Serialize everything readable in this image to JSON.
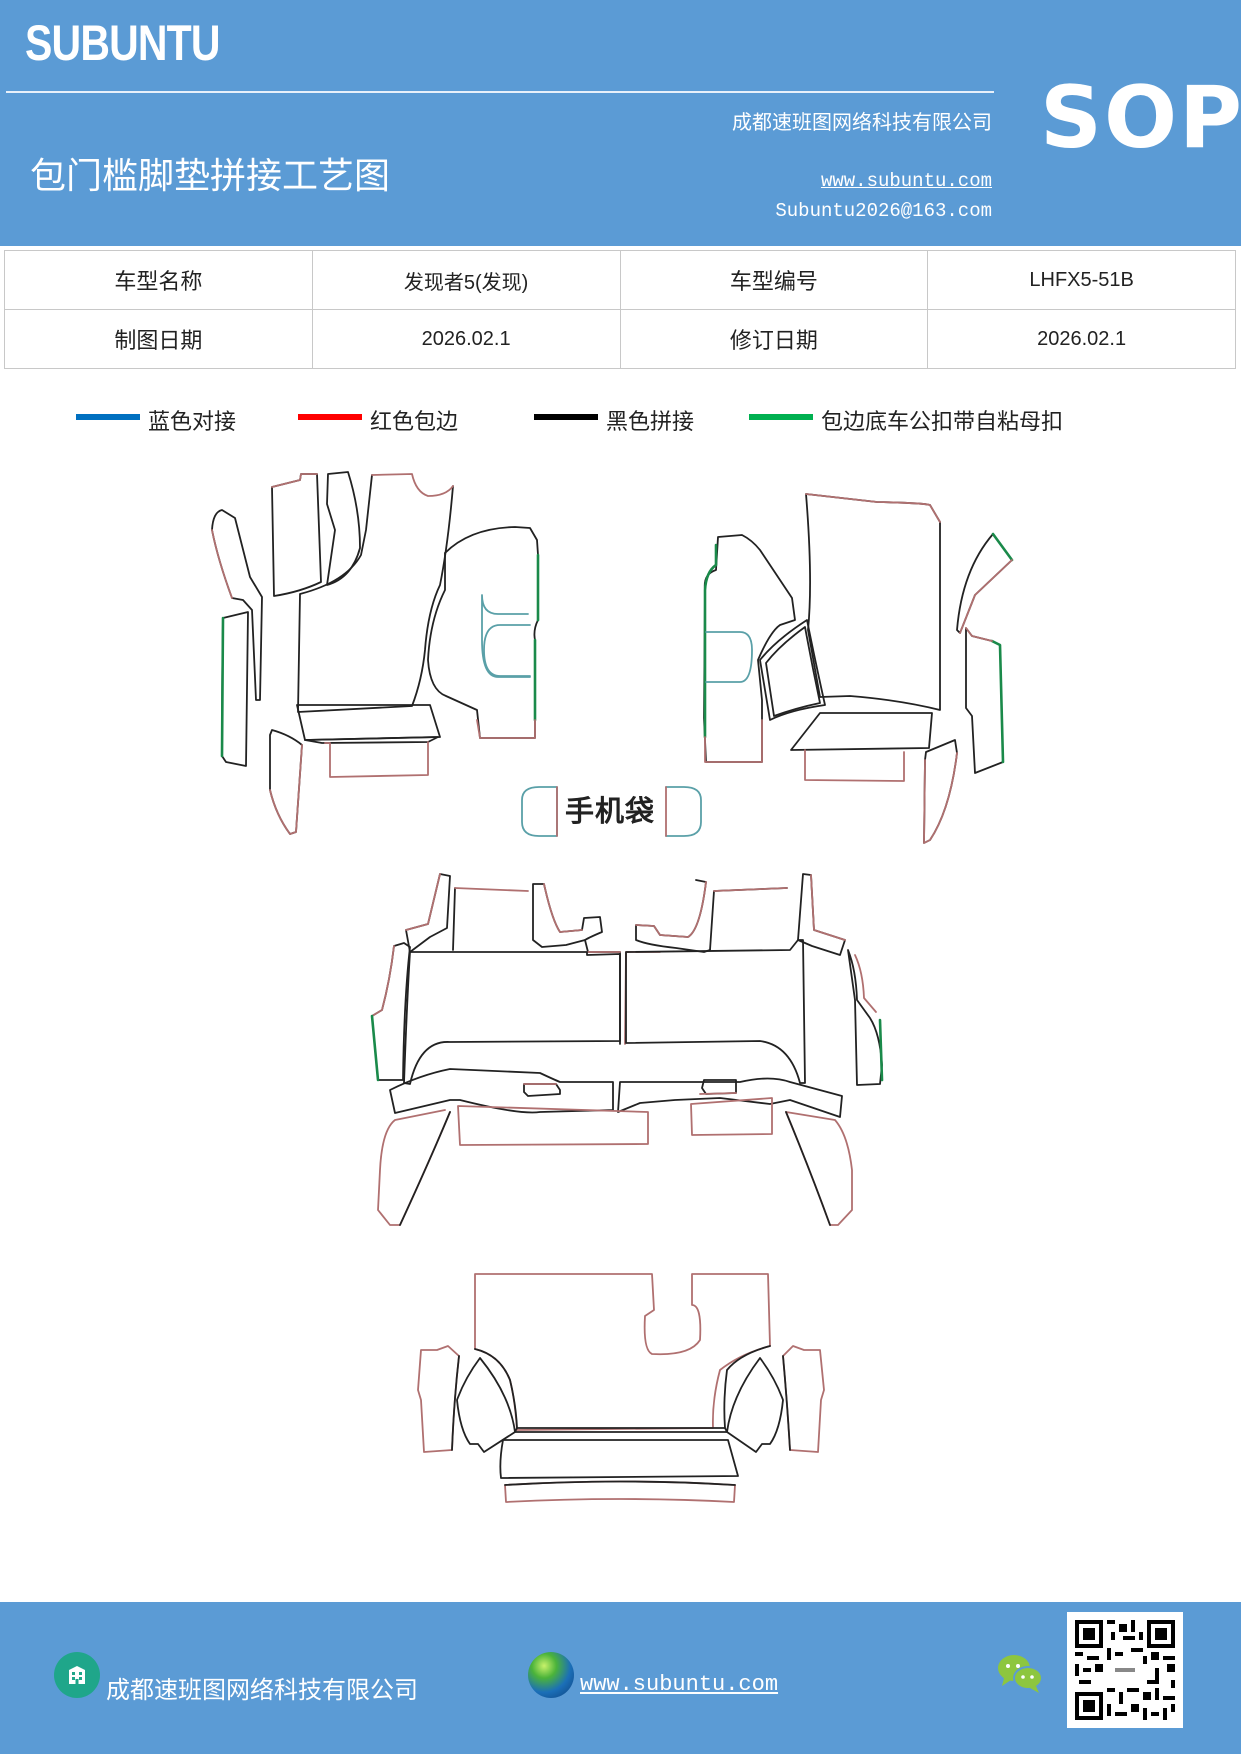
{
  "header": {
    "brand": "SUBUNTU",
    "badge": "SOP",
    "title": "包门槛脚垫拼接工艺图",
    "company": "成都速班图网络科技有限公司",
    "website": "www.subuntu.com",
    "email": "Subuntu2026@163.com",
    "background_color": "#5b9bd5"
  },
  "info_table": {
    "rows": [
      [
        {
          "label": "车型名称",
          "value": "发现者5(发现)"
        },
        {
          "label": "车型编号",
          "value": "LHFX5-51B"
        }
      ],
      [
        {
          "label": "制图日期",
          "value": "2026.02.1"
        },
        {
          "label": "修订日期",
          "value": "2026.02.1"
        }
      ]
    ]
  },
  "legend": {
    "items": [
      {
        "label": "蓝色对接",
        "color": "#0070c0"
      },
      {
        "label": "红色包边",
        "color": "#ff0000"
      },
      {
        "label": "黑色拼接",
        "color": "#000000"
      },
      {
        "label": "包边底车公扣带自粘母扣",
        "color": "#00b050"
      }
    ]
  },
  "diagram": {
    "pocket_label": "手机袋",
    "sections": [
      "front-left-mats",
      "front-right-mats",
      "second-row-mats",
      "trunk-mats"
    ],
    "stroke_colors": {
      "edge": "#b07070",
      "seam": "#222222",
      "velcro": "#1a8a4a",
      "pocket": "#5aa0a8"
    }
  },
  "footer": {
    "company": "成都速班图网络科技有限公司",
    "website": "www.subuntu.com",
    "icons": [
      "building-icon",
      "globe-icon",
      "wechat-icon",
      "qr-code"
    ]
  }
}
